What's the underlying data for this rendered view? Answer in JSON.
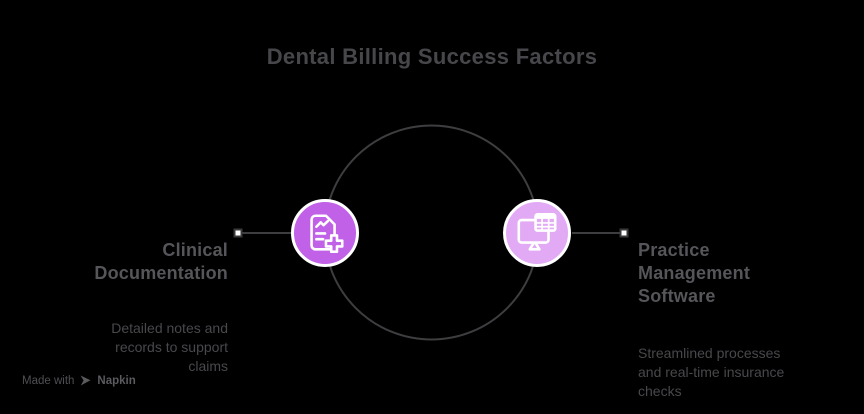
{
  "title": "Dental Billing Success Factors",
  "nodes": {
    "left": {
      "heading": "Clinical\nDocumentation",
      "description": "Detailed notes and\nrecords to support\nclaims",
      "icon": "document-medical-plus-icon",
      "color": "#c161e8"
    },
    "right": {
      "heading": "Practice\nManagement\nSoftware",
      "description": "Streamlined processes\nand real-time insurance\nchecks",
      "icon": "monitor-spreadsheet-icon",
      "color": "#e2aaf4"
    }
  },
  "watermark": {
    "prefix": "Made with",
    "brand": "Napkin",
    "icon": "napkin-logo-icon"
  },
  "colors": {
    "background": "#000000",
    "title_text": "#47474b",
    "heading_text": "#55555a",
    "description_text": "#48484d",
    "wire_stroke": "#3e3e41",
    "node_border": "#ffffff",
    "connector_dot_fill": "#ffffff"
  }
}
